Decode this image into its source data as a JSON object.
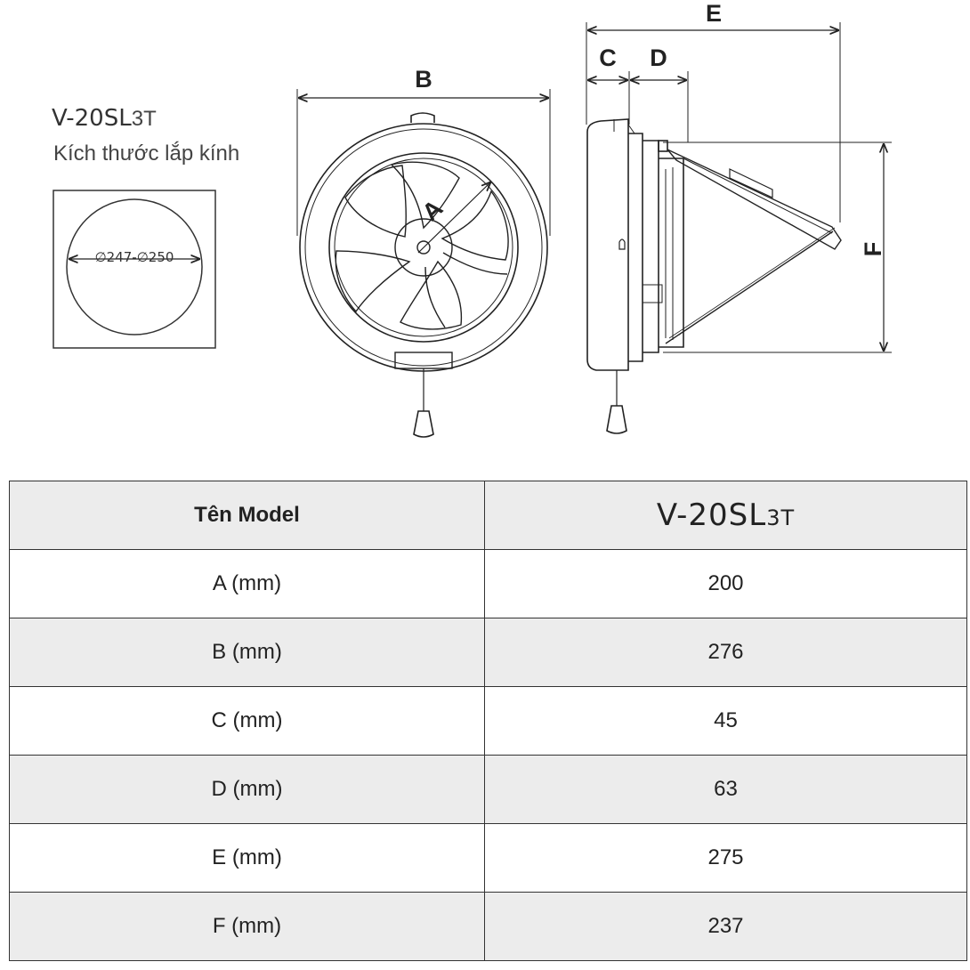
{
  "diagram": {
    "model_prefix": "V-20SL",
    "model_suffix": "3T",
    "glass_caption": "Kích thước lắp kính",
    "glass_diameter": "∅247-∅250",
    "dims": {
      "a": "A",
      "b": "B",
      "c": "C",
      "d": "D",
      "e": "E",
      "f": "F"
    }
  },
  "table": {
    "header_name": "Tên Model",
    "header_model_prefix": "V-20SL",
    "header_model_suffix": "3T",
    "rows": [
      {
        "label": "A (mm)",
        "value": "200"
      },
      {
        "label": "B (mm)",
        "value": "276"
      },
      {
        "label": "C (mm)",
        "value": "45"
      },
      {
        "label": "D (mm)",
        "value": "63"
      },
      {
        "label": "E (mm)",
        "value": "275"
      },
      {
        "label": "F (mm)",
        "value": "237"
      }
    ]
  }
}
